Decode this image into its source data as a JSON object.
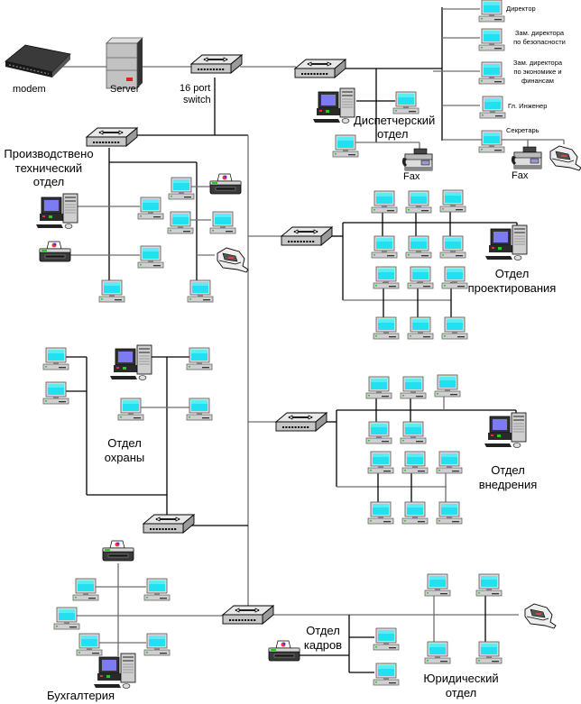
{
  "diagram": {
    "type": "network-topology",
    "core": {
      "modem_label": "modem",
      "server_label": "Server",
      "switch_label_line1": "16  port",
      "switch_label_line2": "switch"
    },
    "departments": {
      "dispatch": {
        "name_line1": "Диспетчерский",
        "name_line2": "отдел",
        "fax_label": "Fax"
      },
      "management": {
        "stations": [
          {
            "label_lines": [
              "Директор"
            ]
          },
          {
            "label_lines": [
              "Зам. директора",
              "по безопасности"
            ]
          },
          {
            "label_lines": [
              "Зам. директора",
              "по экономике и",
              "финансам"
            ]
          },
          {
            "label_lines": [
              "Гл. Инженер"
            ]
          },
          {
            "label_lines": [
              "Секретарь"
            ]
          }
        ],
        "fax_label": "Fax"
      },
      "production": {
        "name_line1": "Производствено",
        "name_line2": "технический",
        "name_line3": "отдел"
      },
      "design": {
        "name_line1": "Отдел",
        "name_line2": "проектирования"
      },
      "security": {
        "name_line1": "Отдел",
        "name_line2": "охраны"
      },
      "deployment": {
        "name_line1": "Отдел",
        "name_line2": "внедрения"
      },
      "hr": {
        "name_line1": "Отдел",
        "name_line2": "кадров"
      },
      "accounting": {
        "name": "Бухгалтерия"
      },
      "legal": {
        "name_line1": "Юридический",
        "name_line2": "отдел"
      }
    },
    "colors": {
      "screen": "#22e0ee",
      "device_body": "#c8c8c8",
      "wire_dark": "#000000",
      "wire_gray": "#6e6e6e",
      "server_led": "#e0201c"
    }
  }
}
